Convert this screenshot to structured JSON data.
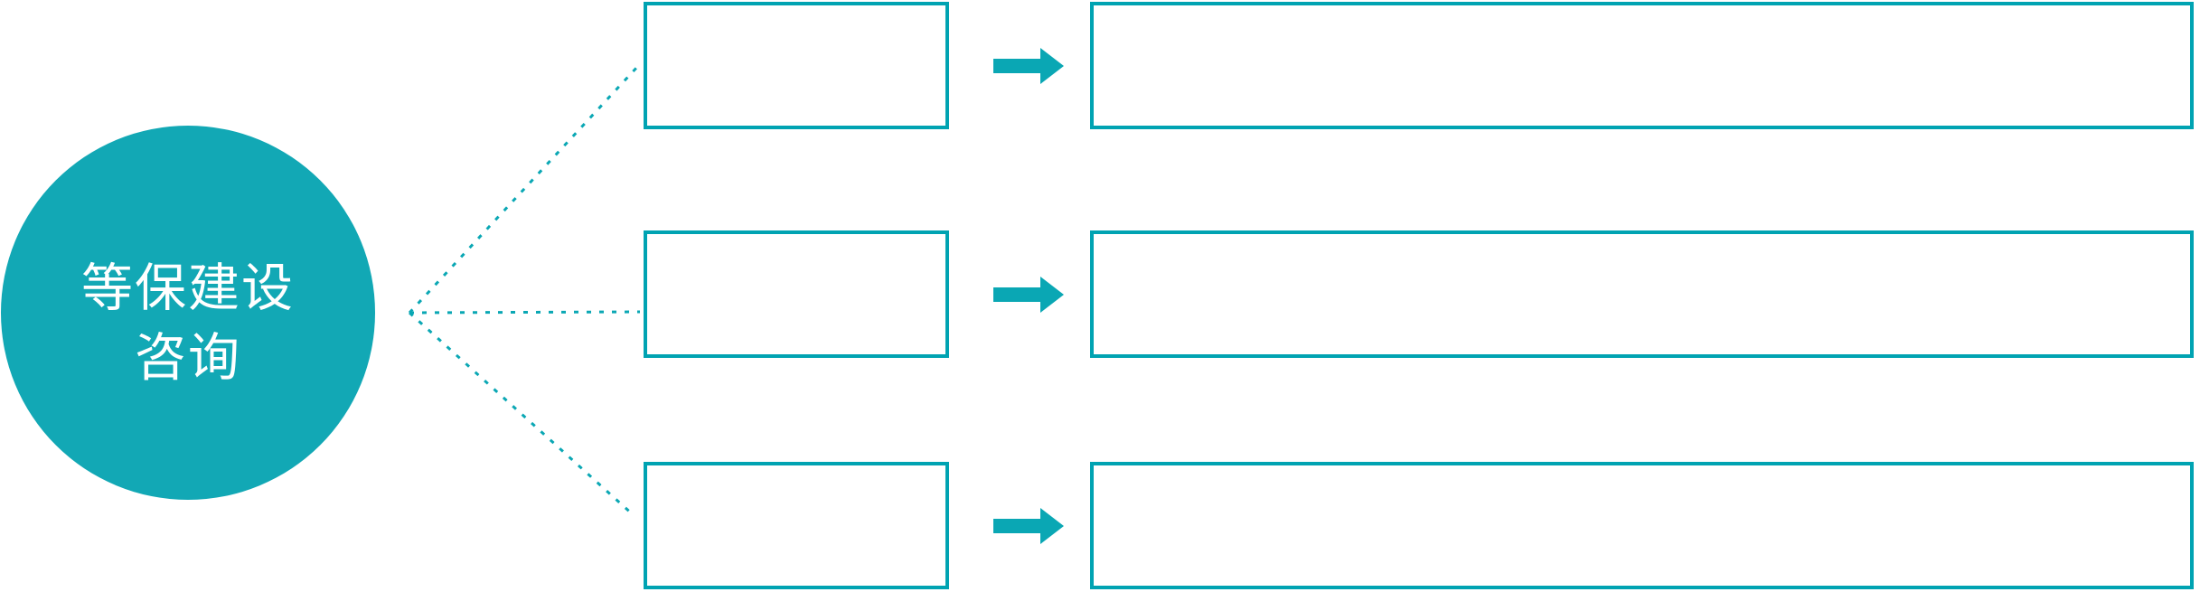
{
  "diagram": {
    "center_node": {
      "label_line1": "等保建设",
      "label_line2": "咨询",
      "full_label": "等保建设咨询"
    },
    "rows": [
      {
        "small_box_label": "",
        "big_box_label": ""
      },
      {
        "small_box_label": "",
        "big_box_label": ""
      },
      {
        "small_box_label": "",
        "big_box_label": ""
      }
    ],
    "colors": {
      "circle_fill": "#12a8b5",
      "outline_teal": "#00a3b2",
      "arrow_teal": "#0aa7b4",
      "text_white": "#ffffff",
      "background": "#ffffff"
    },
    "icons": {
      "arrow": "right-block-arrow",
      "connector": "dotted-line"
    }
  }
}
